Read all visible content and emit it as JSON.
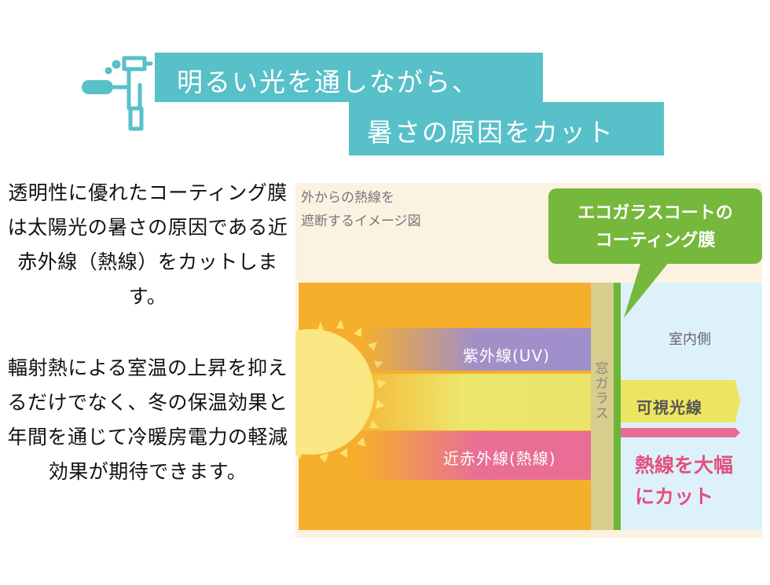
{
  "header": {
    "line1": "明るい光を通しながら、",
    "line2": "暑さの原因をカット",
    "banner_color": "#57c0c9",
    "icon": "spray-gun-icon"
  },
  "body_text": {
    "paragraph1": "透明性に優れたコーティング膜は太陽光の暑さの原因である近赤外線（熱線）をカットします。",
    "paragraph2": "輻射熱による室温の上昇を抑えるだけでなく、冬の保温効果と年間を通じて冷暖房電力の軽減効果が期待できます。"
  },
  "diagram": {
    "title_line1": "外からの熱線を",
    "title_line2": "遮断するイメージ図",
    "coating_line1": "エコガラスコートの",
    "coating_line2": "コーティング膜",
    "glass_label": "窓ガラス",
    "indoor_label": "室内側",
    "uv_label": "紫外線(UV)",
    "nir_label": "近赤外線(熱線)",
    "visible_label": "可視光線",
    "cut_line1": "熱線を大幅",
    "cut_line2": "にカット",
    "colors": {
      "outside": "#f6ae2d",
      "inside": "#ddf1fb",
      "coating": "#6ab737",
      "uv": "#9e8fcc",
      "visible": "#eae36a",
      "infrared": "#e96c93",
      "cut_text": "#e4507d"
    }
  }
}
